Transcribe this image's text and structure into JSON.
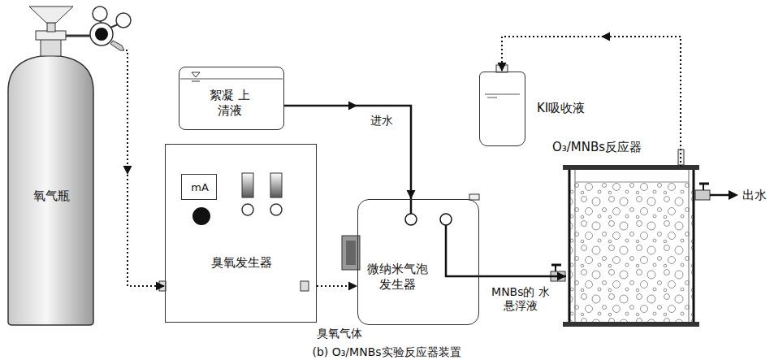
{
  "diagram": {
    "caption": "(b) O₃/MNBs实验反应器装置",
    "nodes": [
      {
        "text": [
          "氧气瓶"
        ]
      },
      {
        "text": [
          "絮凝 上清液"
        ]
      },
      {
        "text": [
          "臭氧发生器"
        ]
      },
      {
        "text": [
          "mA"
        ],
        "in": 2
      },
      {
        "text": [
          "微纳米气泡 发生器"
        ]
      },
      {
        "text": [
          "KI吸收液"
        ]
      },
      {
        "text": [
          "O₃/MNBs反应器"
        ]
      }
    ],
    "edges": [
      {
        "from": 0,
        "to": 2,
        "arrow": "to"
      },
      {
        "from": 1,
        "to": 4,
        "arrow": "to",
        "label": "进水"
      },
      {
        "from": 2,
        "to": 4,
        "arrow": "to",
        "label": "臭氧气体"
      },
      {
        "from": 4,
        "to": 6,
        "arrow": "to",
        "label": "MNBs的 水悬浮液"
      },
      {
        "from": 6,
        "to": 5,
        "arrow": "to"
      }
    ],
    "labels": [
      "出水"
    ]
  }
}
